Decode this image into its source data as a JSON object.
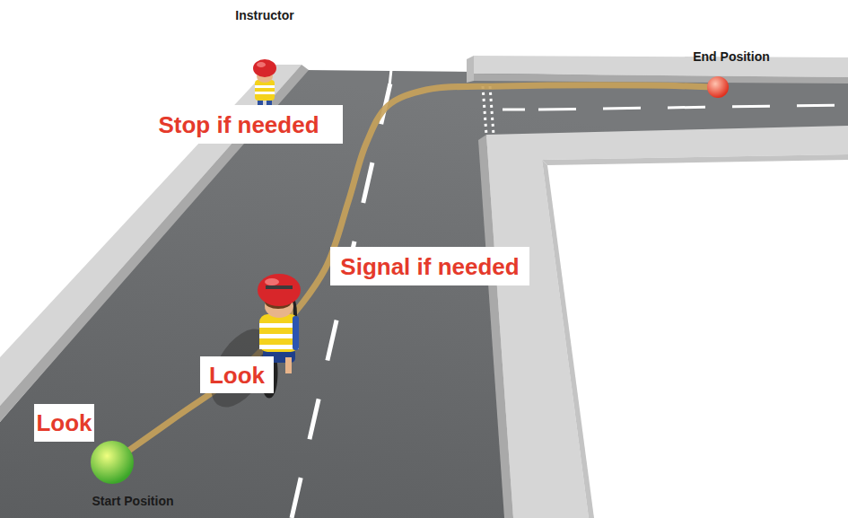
{
  "diagram": {
    "nodes": [
      {
        "text": [
          "End Position"
        ]
      },
      {
        "text": [
          "Stop if needed"
        ]
      },
      {
        "text": [
          "Signal if needed"
        ]
      },
      {
        "text": [
          "Look"
        ]
      },
      {
        "text": [
          "Look"
        ]
      },
      {
        "text": [
          "Start Position"
        ]
      }
    ],
    "edges": [
      {
        "from": 5,
        "to": 0,
        "arrow": "none"
      }
    ],
    "labels": [
      "Instructor"
    ]
  }
}
